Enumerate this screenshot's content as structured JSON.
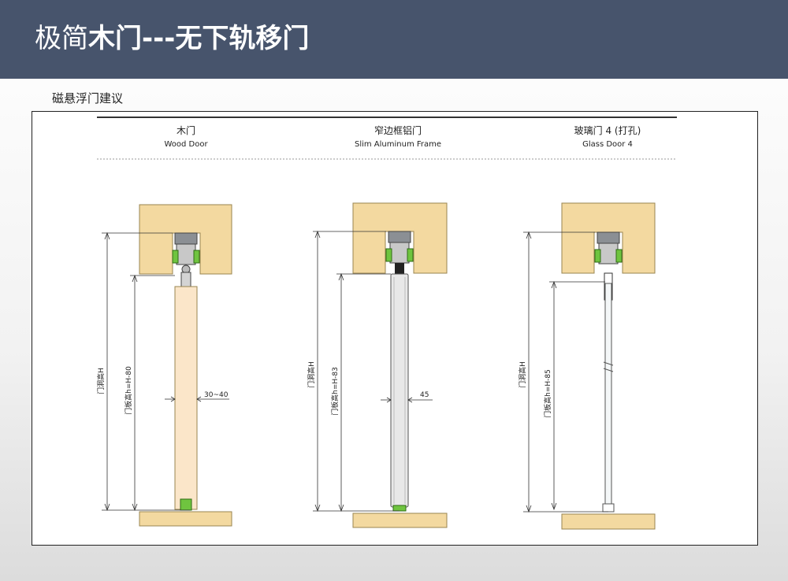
{
  "header": {
    "title_light": "极简",
    "title_bold": "木门---无下轨移门"
  },
  "subtitle": "磁悬浮门建议",
  "diagram": {
    "doors": [
      {
        "title_cn": "木门",
        "title_en": "Wood Door",
        "height_label": "门洞高H",
        "panel_label": "门板高h=H-80",
        "thickness_label": "30~40",
        "type": "wood"
      },
      {
        "title_cn": "窄边框铝门",
        "title_en": "Slim Aluminum Frame",
        "height_label": "门洞高H",
        "panel_label": "门板高h=H-83",
        "thickness_label": "45",
        "type": "aluminum"
      },
      {
        "title_cn": "玻璃门 4 (打孔)",
        "title_en": "Glass Door 4",
        "height_label": "门洞高H",
        "panel_label": "门板高h=H-85",
        "thickness_label": "",
        "type": "glass"
      }
    ],
    "colors": {
      "wood": "#f3d9a0",
      "wood_edge": "#9a8550",
      "door_wood": "#fbe6c9",
      "aluminum": "#e8e8e8",
      "green": "#6fc43f",
      "line": "#333333"
    }
  }
}
